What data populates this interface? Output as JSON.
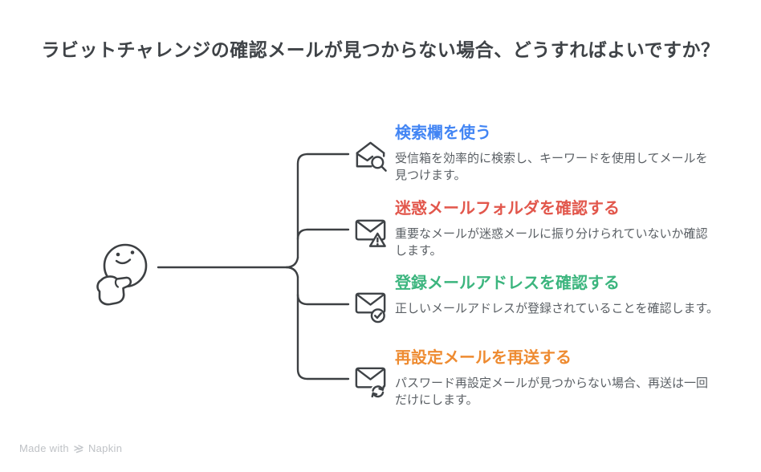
{
  "title": "ラビットチャレンジの確認メールが見つからない場合、どうすればよいですか？",
  "central_icon": "thinking-face-icon",
  "items": [
    {
      "heading": "検索欄を使う",
      "body": "受信箱を効率的に検索し、キーワードを使用してメールを見つけます。",
      "color": "#4285f4",
      "icon": "mail-search-icon"
    },
    {
      "heading": "迷惑メールフォルダを確認する",
      "body": "重要なメールが迷惑メールに振り分けられていないか確認します。",
      "color": "#e2574c",
      "icon": "mail-warning-icon"
    },
    {
      "heading": "登録メールアドレスを確認する",
      "body": "正しいメールアドレスが登録されていることを確認します。",
      "color": "#3cb57e",
      "icon": "mail-check-icon"
    },
    {
      "heading": "再設定メールを再送する",
      "body": "パスワード再設定メールが見つからない場合、再送は一回だけにします。",
      "color": "#ee8b31",
      "icon": "mail-refresh-icon"
    }
  ],
  "footer": {
    "made_with": "Made with",
    "brand": "Napkin",
    "logo_icon": "napkin-logo-icon"
  },
  "colors": {
    "line": "#3d4043",
    "icon_stroke": "#3f4347",
    "title_text": "#3f4347",
    "body_text": "#5b6065",
    "footer_text": "#bfc2c6"
  }
}
